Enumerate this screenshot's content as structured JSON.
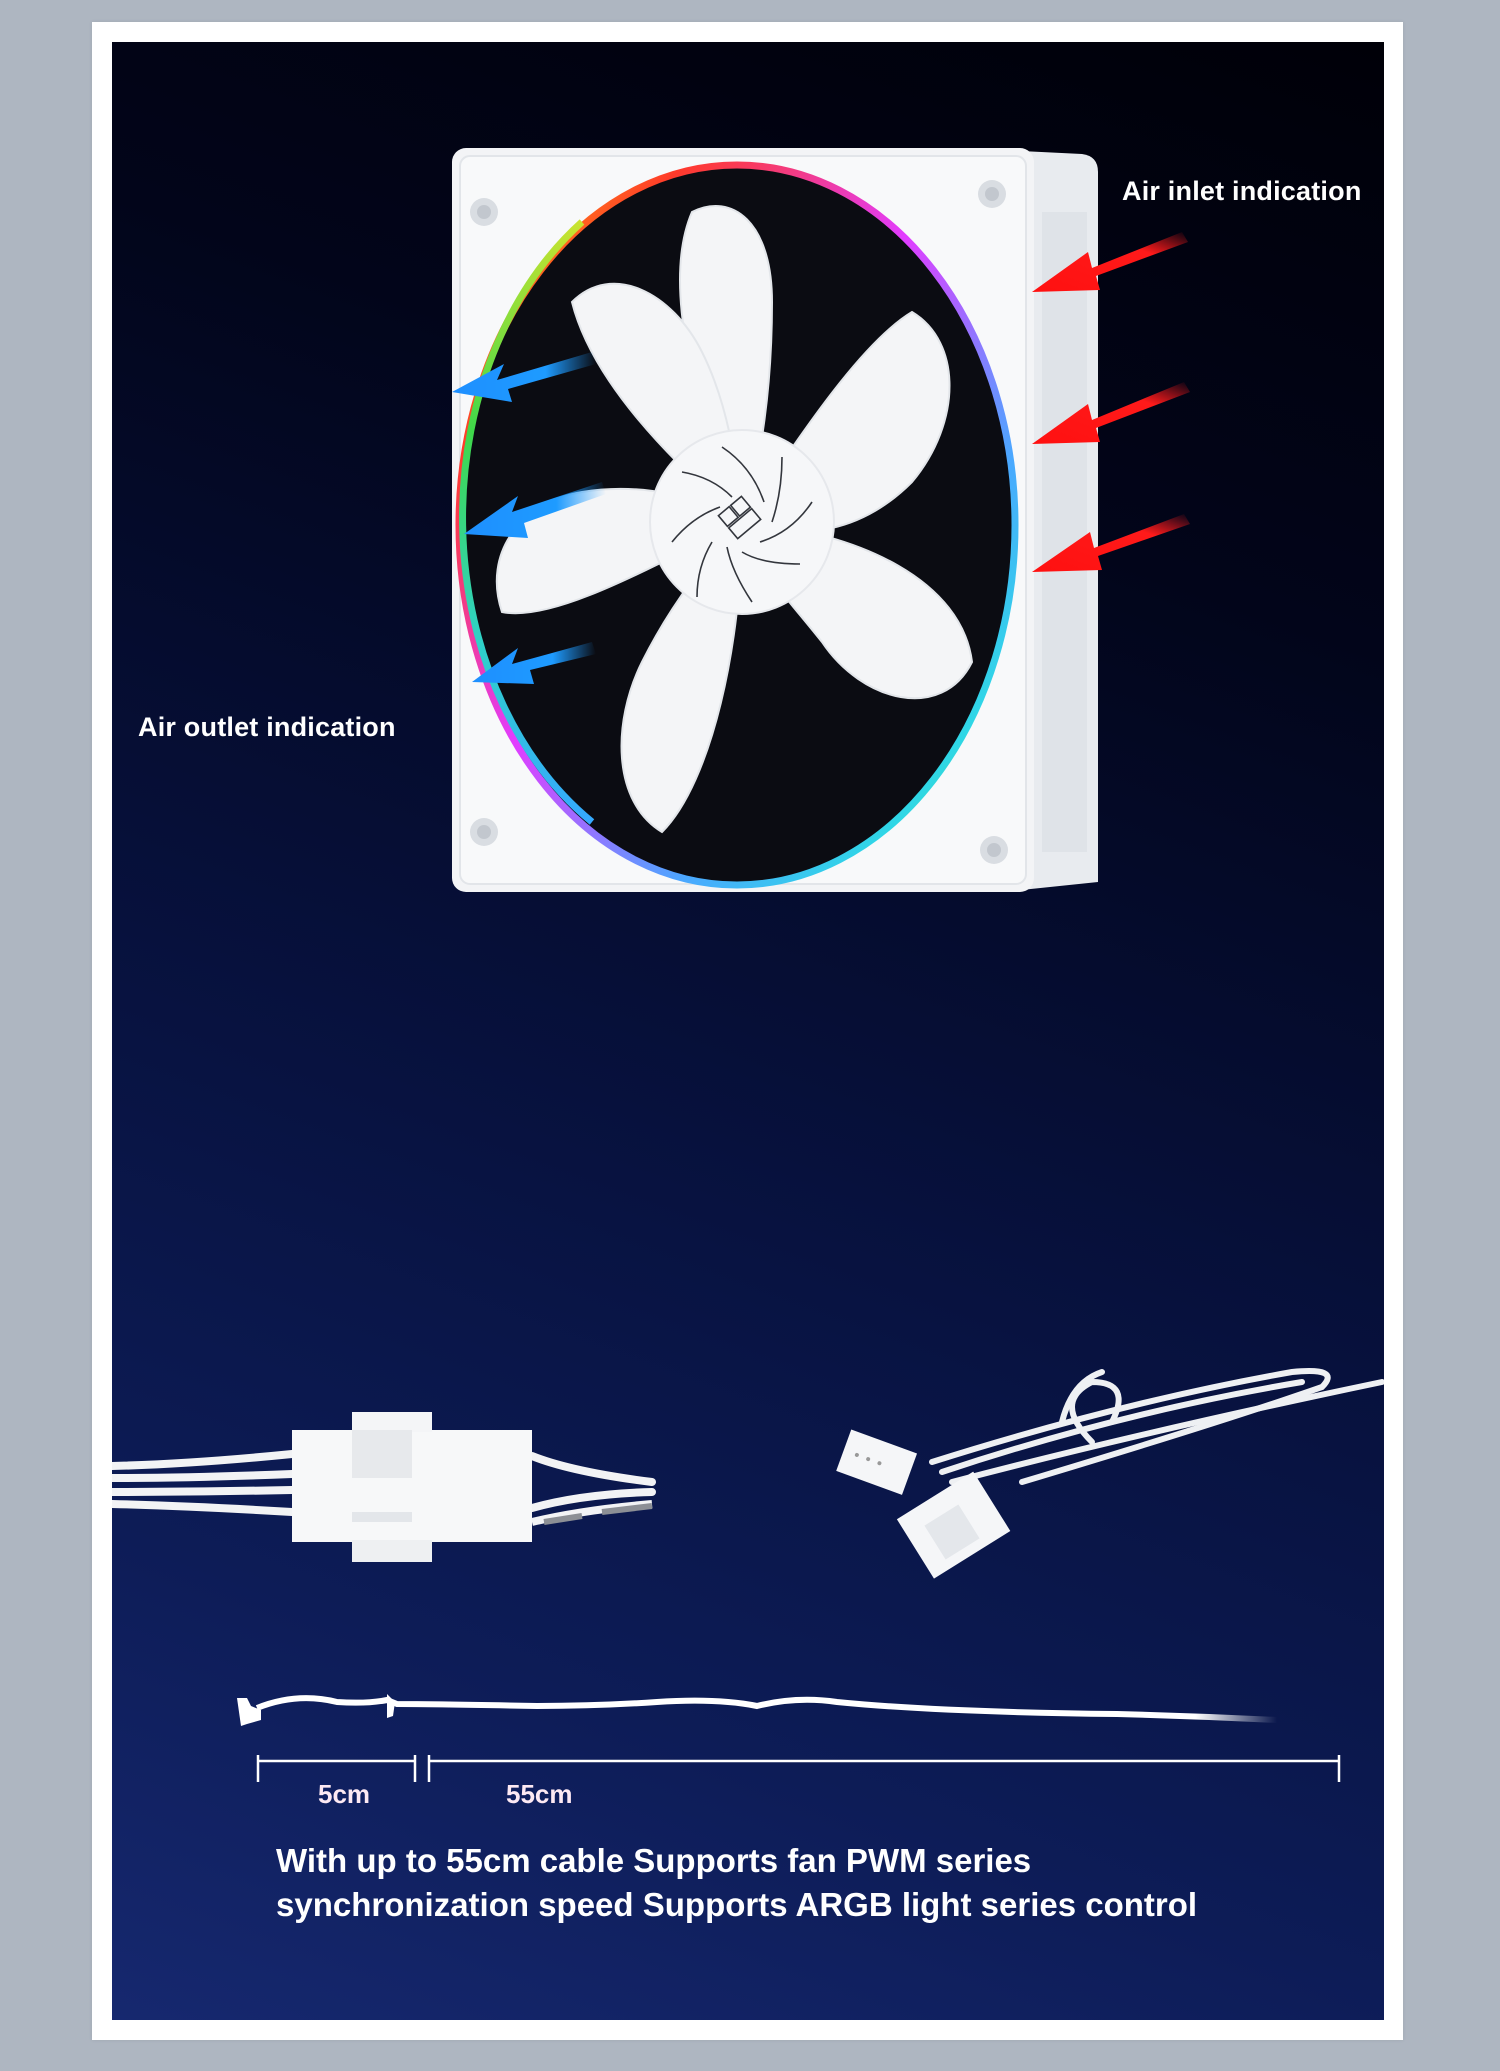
{
  "product": {
    "type": "ARGB PWM case fan (white)",
    "hub_logo": "brand-logo-icon"
  },
  "annotations": {
    "inlet_label": "Air inlet indication",
    "outlet_label": "Air outlet indication",
    "inlet_arrow_color": "#ff1a1a",
    "outlet_arrow_color": "#1e9bff",
    "inlet_arrow_count": 3,
    "outlet_arrow_count": 3
  },
  "cable_measure": {
    "segments": [
      {
        "label": "5cm"
      },
      {
        "label": "55cm"
      }
    ]
  },
  "caption": {
    "line1": "With up to 55cm cable Supports fan PWM series",
    "line2": "synchronization speed Supports ARGB light series control"
  },
  "colors": {
    "page_background": "#aeb6c1",
    "frame": "#ffffff",
    "panel_top": "#000008",
    "panel_bottom": "#16286f",
    "text": "#ffffff",
    "measure_text": "#fde9f3"
  }
}
